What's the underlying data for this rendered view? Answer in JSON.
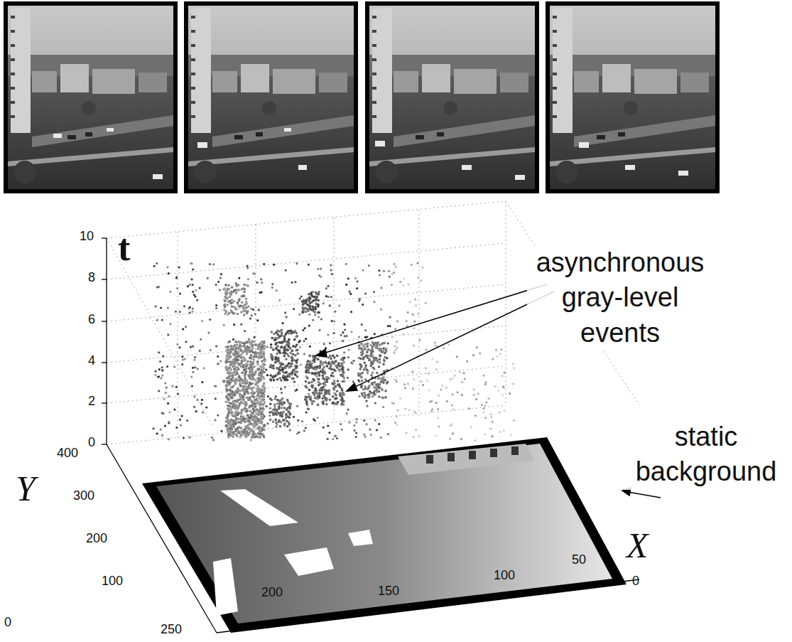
{
  "diagram": {
    "labels": [
      "t",
      "10",
      "8",
      "6",
      "4",
      "2",
      "0",
      "asynchronous gray-level events",
      "static background",
      "400",
      "300",
      "200",
      "100",
      "0",
      "Y",
      "250",
      "200",
      "150",
      "100",
      "50",
      "0",
      "X"
    ]
  }
}
